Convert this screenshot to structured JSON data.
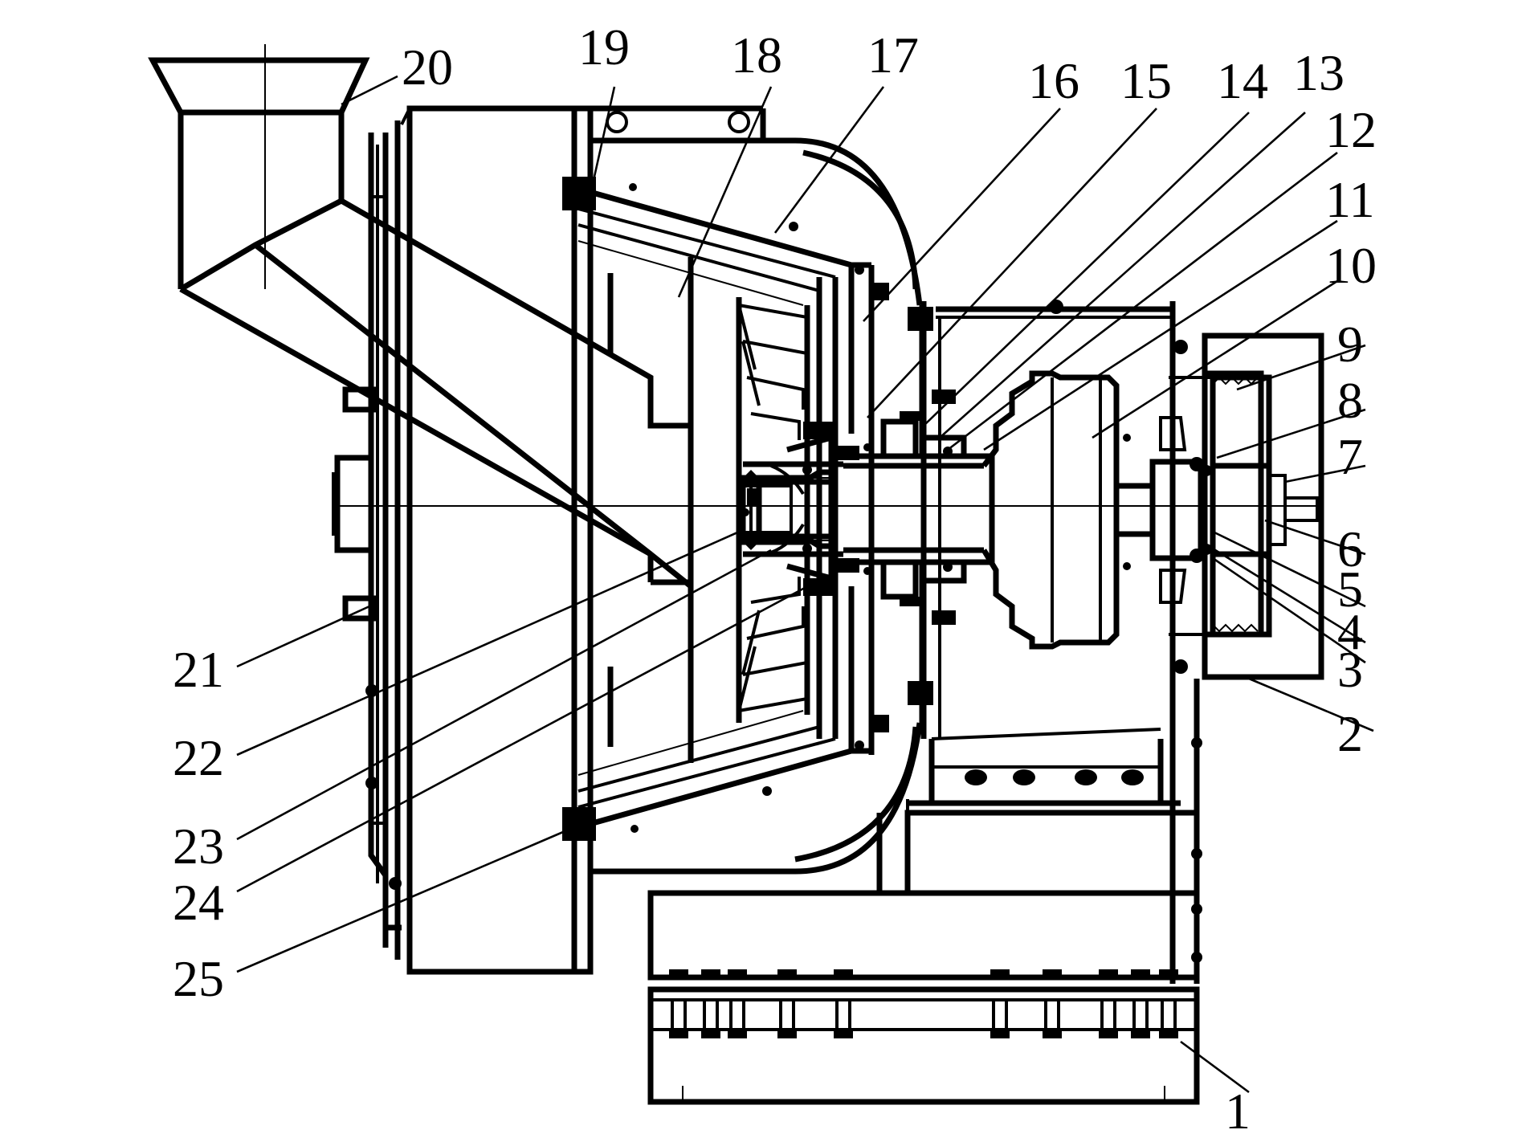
{
  "figure": {
    "callouts": [
      {
        "id": "1",
        "text": "1"
      },
      {
        "id": "2",
        "text": "2"
      },
      {
        "id": "3",
        "text": "3"
      },
      {
        "id": "4",
        "text": "4"
      },
      {
        "id": "5",
        "text": "5"
      },
      {
        "id": "6",
        "text": "6"
      },
      {
        "id": "7",
        "text": "7"
      },
      {
        "id": "8",
        "text": "8"
      },
      {
        "id": "9",
        "text": "9"
      },
      {
        "id": "10",
        "text": "10"
      },
      {
        "id": "11",
        "text": "11"
      },
      {
        "id": "12",
        "text": "12"
      },
      {
        "id": "13",
        "text": "13"
      },
      {
        "id": "14",
        "text": "14"
      },
      {
        "id": "15",
        "text": "15"
      },
      {
        "id": "16",
        "text": "16"
      },
      {
        "id": "17",
        "text": "17"
      },
      {
        "id": "18",
        "text": "18"
      },
      {
        "id": "19",
        "text": "19"
      },
      {
        "id": "20",
        "text": "20"
      },
      {
        "id": "21",
        "text": "21"
      },
      {
        "id": "22",
        "text": "22"
      },
      {
        "id": "23",
        "text": "23"
      },
      {
        "id": "24",
        "text": "24"
      },
      {
        "id": "25",
        "text": "25"
      }
    ]
  }
}
